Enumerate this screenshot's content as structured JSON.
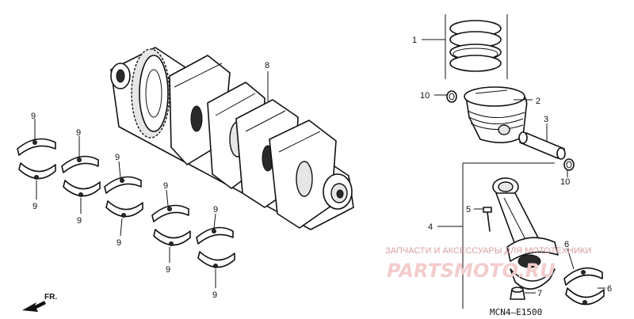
{
  "parts": {
    "p1": "1",
    "p2": "2",
    "p3": "3",
    "p4": "4",
    "p5": "5",
    "p6a": "6",
    "p6b": "6",
    "p7": "7",
    "p8": "8",
    "p9": [
      "9",
      "9",
      "9",
      "9",
      "9",
      "9",
      "9",
      "9",
      "9",
      "9"
    ],
    "p10a": "10",
    "p10b": "10"
  },
  "diagram_code": "MCN4–E1500",
  "direction_label": "FR.",
  "watermark": {
    "line1": "ЗАПЧАСТИ И АКСЕССУАРЫ ДЛЯ МОТОТЕХНИКИ",
    "line2": "PARTSMOTO.RU"
  }
}
